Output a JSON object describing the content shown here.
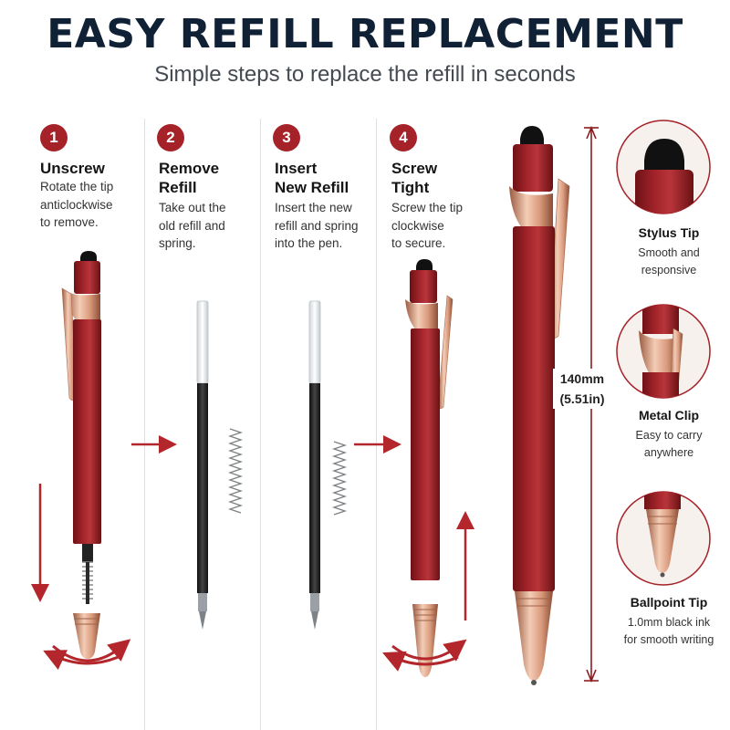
{
  "header": {
    "title": "EASY REFILL REPLACEMENT",
    "subtitle": "Simple steps to replace the refill in seconds"
  },
  "steps": [
    {
      "number": "1",
      "title": "Unscrew",
      "description": "Rotate the tip\nanticlockwise\nto remove."
    },
    {
      "number": "2",
      "title": "Remove\nRefill",
      "description": "Take out the\nold refill and\nspring."
    },
    {
      "number": "3",
      "title": "Insert\nNew Refill",
      "description": "Insert the new\nrefill and spring\ninto the pen."
    },
    {
      "number": "4",
      "title": "Screw\nTight",
      "description": "Screw the tip\nclockwise\nto secure."
    }
  ],
  "dimension": {
    "length_mm": "140mm",
    "length_in": "(5.51in)"
  },
  "features": [
    {
      "title": "Stylus Tip",
      "description": "Smooth and\nresponsive"
    },
    {
      "title": "Metal Clip",
      "description": "Easy to carry\nanywhere"
    },
    {
      "title": "Ballpoint Tip",
      "description": "1.0mm black ink\nfor smooth writing"
    }
  ],
  "colors": {
    "accent_red": "#a42228",
    "pen_body_red": "#8e1a1e",
    "rose_gold": "#d9a083",
    "title_navy": "#102135"
  }
}
